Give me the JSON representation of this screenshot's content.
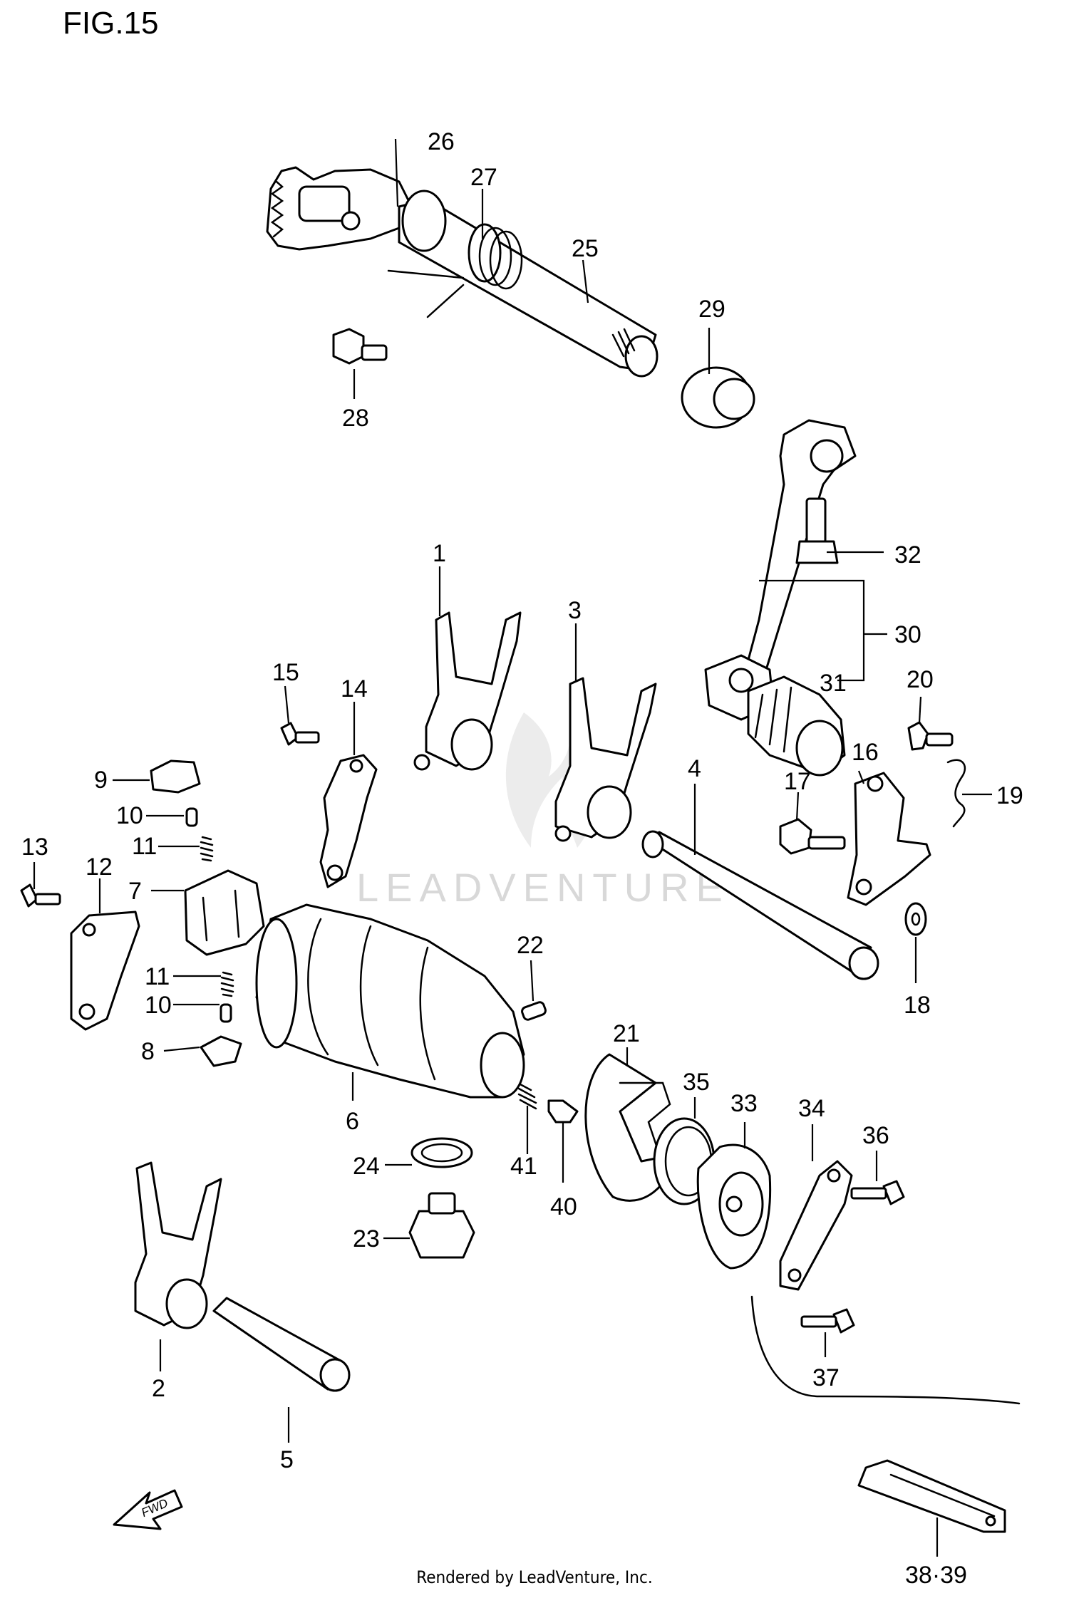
{
  "figure": {
    "title": "FIG.15",
    "footer": "Rendered by LeadVenture, Inc.",
    "watermark": "LEADVENTURE",
    "fwd_label": "FWD"
  },
  "callouts": {
    "c1": "1",
    "c2": "2",
    "c3": "3",
    "c4": "4",
    "c5": "5",
    "c6": "6",
    "c7": "7",
    "c8": "8",
    "c9": "9",
    "c10a": "10",
    "c10b": "10",
    "c11a": "11",
    "c11b": "11",
    "c12": "12",
    "c13": "13",
    "c14": "14",
    "c15": "15",
    "c16": "16",
    "c17": "17",
    "c18": "18",
    "c19": "19",
    "c20": "20",
    "c21": "21",
    "c22": "22",
    "c23": "23",
    "c24": "24",
    "c25": "25",
    "c26": "26",
    "c27": "27",
    "c28": "28",
    "c29": "29",
    "c30": "30",
    "c31": "31",
    "c32": "32",
    "c33": "33",
    "c34": "34",
    "c35": "35",
    "c36": "36",
    "c37": "37",
    "c3839": "38·39",
    "c40": "40",
    "c41": "41"
  }
}
